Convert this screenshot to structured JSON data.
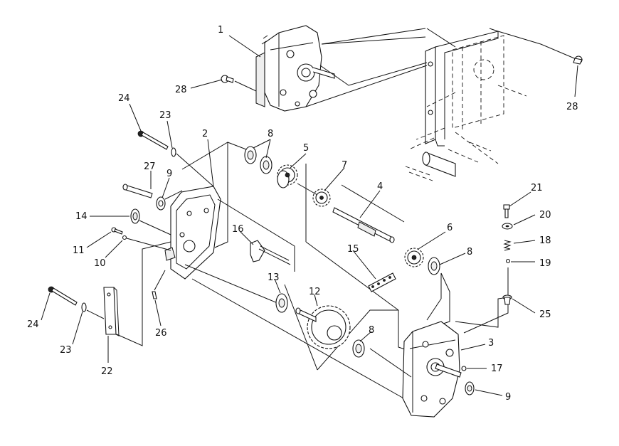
{
  "callouts": [
    {
      "id": "c1",
      "text": "1"
    },
    {
      "id": "c2",
      "text": "2"
    },
    {
      "id": "c3",
      "text": "3"
    },
    {
      "id": "c4",
      "text": "4"
    },
    {
      "id": "c5",
      "text": "5"
    },
    {
      "id": "c6",
      "text": "6"
    },
    {
      "id": "c7",
      "text": "7"
    },
    {
      "id": "c8a",
      "text": "8"
    },
    {
      "id": "c8b",
      "text": "8"
    },
    {
      "id": "c8c",
      "text": "8"
    },
    {
      "id": "c9a",
      "text": "9"
    },
    {
      "id": "c9b",
      "text": "9"
    },
    {
      "id": "c10",
      "text": "10"
    },
    {
      "id": "c11",
      "text": "11"
    },
    {
      "id": "c12",
      "text": "12"
    },
    {
      "id": "c13",
      "text": "13"
    },
    {
      "id": "c14",
      "text": "14"
    },
    {
      "id": "c15",
      "text": "15"
    },
    {
      "id": "c16",
      "text": "16"
    },
    {
      "id": "c17",
      "text": "17"
    },
    {
      "id": "c18",
      "text": "18"
    },
    {
      "id": "c19",
      "text": "19"
    },
    {
      "id": "c20",
      "text": "20"
    },
    {
      "id": "c21",
      "text": "21"
    },
    {
      "id": "c22",
      "text": "22"
    },
    {
      "id": "c23a",
      "text": "23"
    },
    {
      "id": "c23b",
      "text": "23"
    },
    {
      "id": "c24a",
      "text": "24"
    },
    {
      "id": "c24b",
      "text": "24"
    },
    {
      "id": "c25",
      "text": "25"
    },
    {
      "id": "c26",
      "text": "26"
    },
    {
      "id": "c27",
      "text": "27"
    },
    {
      "id": "c28a",
      "text": "28"
    },
    {
      "id": "c28b",
      "text": "28"
    }
  ]
}
